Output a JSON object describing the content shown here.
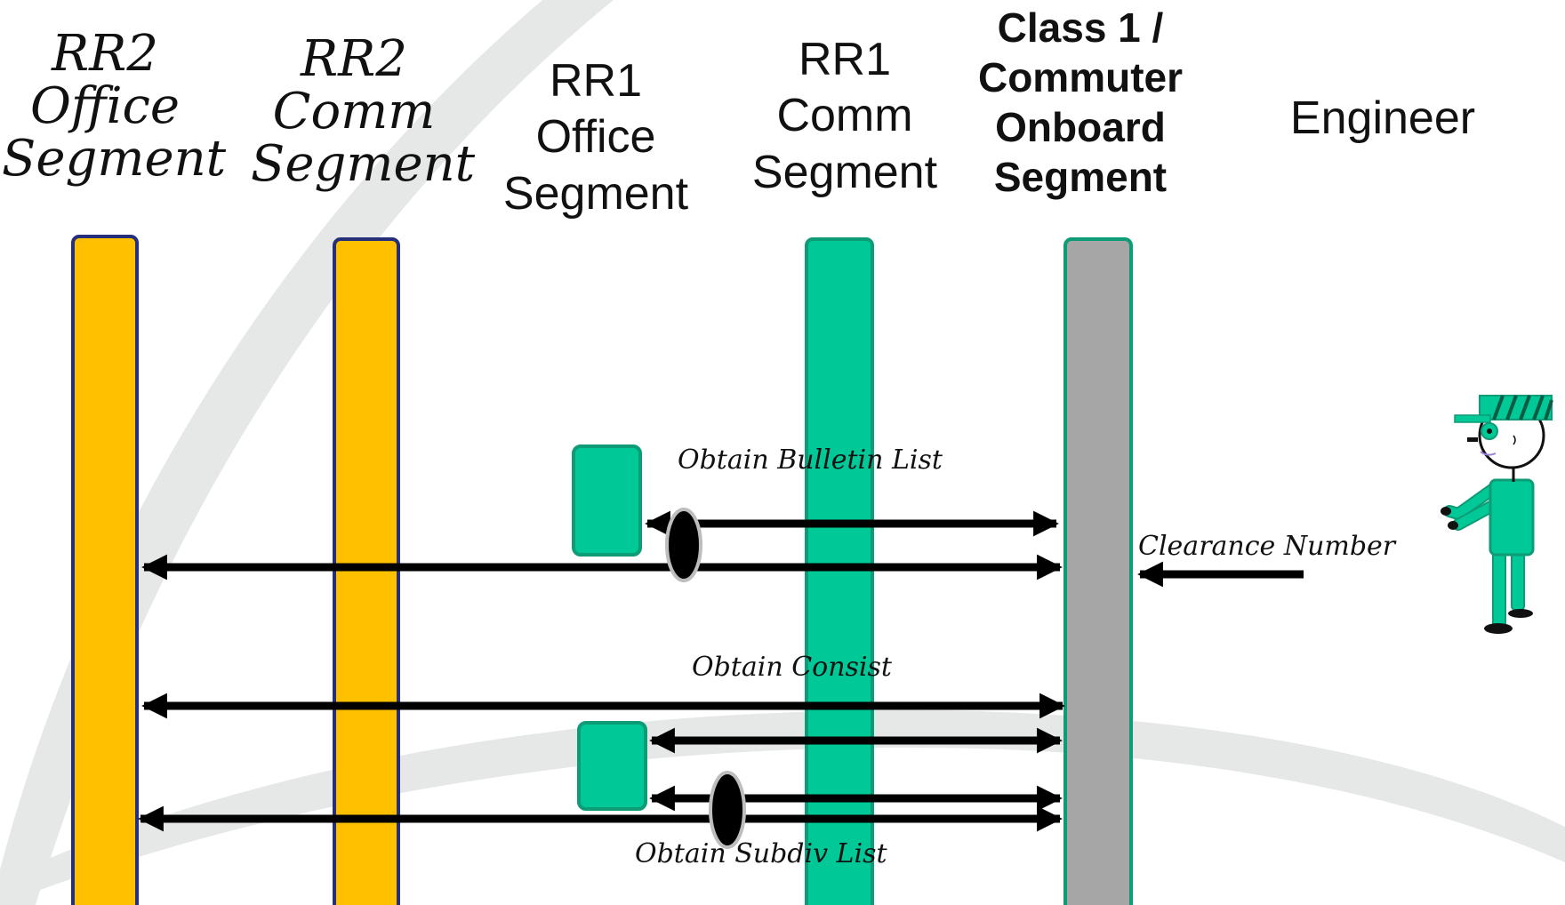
{
  "headers": {
    "rr2_office": "RR2\nOffice\nSegment",
    "rr2_comm": "RR2\nComm\nSegment",
    "rr1_office": "RR1\nOffice\nSegment",
    "rr1_comm": "RR1\nComm\nSegment",
    "class1_onboard": "Class 1 /\nCommuter\nOnboard\nSegment",
    "engineer": "Engineer"
  },
  "messages": {
    "bulletin": "Obtain Bulletin List",
    "clearance": "Clearance Number",
    "consist": "Obtain Consist",
    "subdiv": "Obtain  Subdiv List"
  },
  "colors": {
    "rr2": "#ffc000",
    "rr2_border": "#26307a",
    "rr1": "#00c896",
    "rr1_border": "#0e9c76",
    "onboard": "#a6a6a6",
    "onboard_border": "#0e9c76",
    "arrow": "#000000",
    "swoosh": "#e4e6e6"
  },
  "icons": {
    "engineer": "engineer-figure-icon"
  }
}
